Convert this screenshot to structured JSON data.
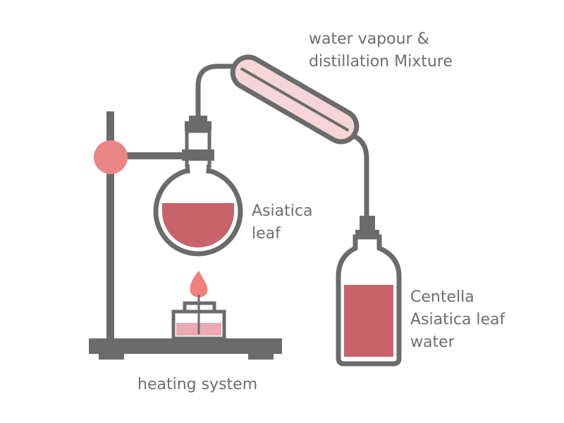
{
  "labels": {
    "vapour": [
      "water vapour &",
      "distillation Mixture"
    ],
    "flask": [
      "Asiatica",
      "leaf"
    ],
    "bottle": [
      "Centella",
      "Asiatica leaf",
      "water"
    ],
    "heating": "heating system"
  },
  "colors": {
    "apparatus": "#6b6b6b",
    "liquid": "#c9636a",
    "clamp_ball": "#e98584",
    "flame": "#f07f7c",
    "condenser_fill": "#f5d5d8",
    "burner_liquid": "#ecaab0",
    "label_text": "#6e6e6e"
  }
}
